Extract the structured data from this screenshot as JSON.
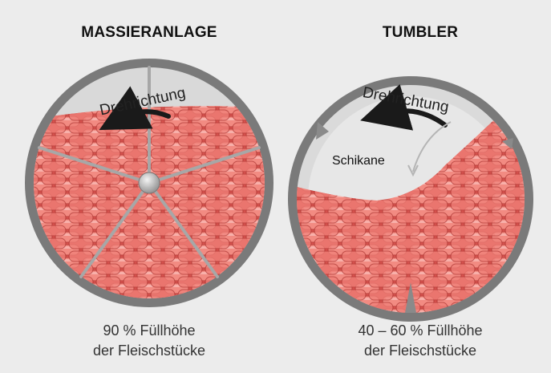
{
  "panels": {
    "massier": {
      "title": "MASSIERANLAGE",
      "rotation_label": "Drehrichtung",
      "caption_line1": "90 % Füllhöhe",
      "caption_line2": "der Fleischstücke",
      "fill_level_percent": 90
    },
    "tumbler": {
      "title": "TUMBLER",
      "rotation_label": "Drehrichtung",
      "baffle_label": "Schikane",
      "caption_line1": "40 – 60 % Füllhöhe",
      "caption_line2": "der Fleischstücke",
      "fill_level_percent_range": [
        40,
        60
      ]
    }
  },
  "colors": {
    "background": "#ececec",
    "drum_rim": "#7a7a7a",
    "drum_inner": "#d9d9d9",
    "meat": "#e3655e",
    "meat_piece": "#f28b82",
    "meat_outline": "#b9403c",
    "arm": "#a7a7a7",
    "arrow": "#1a1a1a"
  }
}
